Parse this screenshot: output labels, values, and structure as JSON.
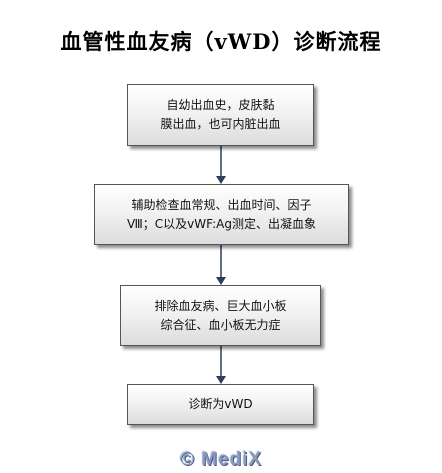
{
  "title": "血管性血友病（vWD）诊断流程",
  "steps": [
    {
      "lines": [
        "自幼出血史，皮肤黏",
        "膜出血，也可内脏出血"
      ]
    },
    {
      "lines": [
        "辅助检查血常规、出血时间、因子",
        "Ⅷ；C以及vWF:Ag测定、出凝血象"
      ]
    },
    {
      "lines": [
        "排除血友病、巨大血小板",
        "综合征、血小板无力症"
      ]
    },
    {
      "lines": [
        "诊断为vWD"
      ]
    }
  ],
  "watermark": "© MediX",
  "colors": {
    "arrow": "#2b3f5c",
    "box_border": "#555555",
    "watermark": "#8a9bbf"
  }
}
